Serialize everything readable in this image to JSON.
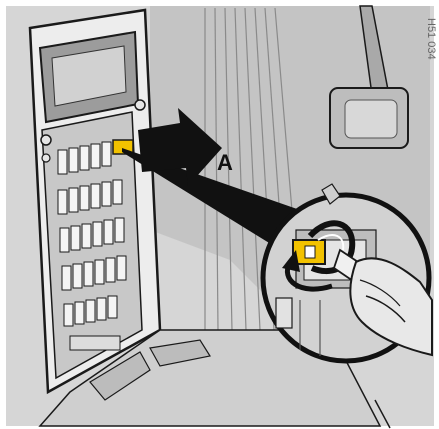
{
  "illustration": {
    "callout_label": "A",
    "figure_code": "H51 034",
    "colors": {
      "background": "#ffffff",
      "panel_light": "#dcdcdc",
      "panel_mid": "#b8b8b8",
      "panel_dark": "#6e6e6e",
      "line": "#1a1a1a",
      "fuse_highlight": "#f2c200",
      "arrow": "#111111"
    },
    "icons": [
      "fuse-box",
      "fuse-puller-tool",
      "pedal",
      "arrow-right",
      "hand"
    ]
  }
}
